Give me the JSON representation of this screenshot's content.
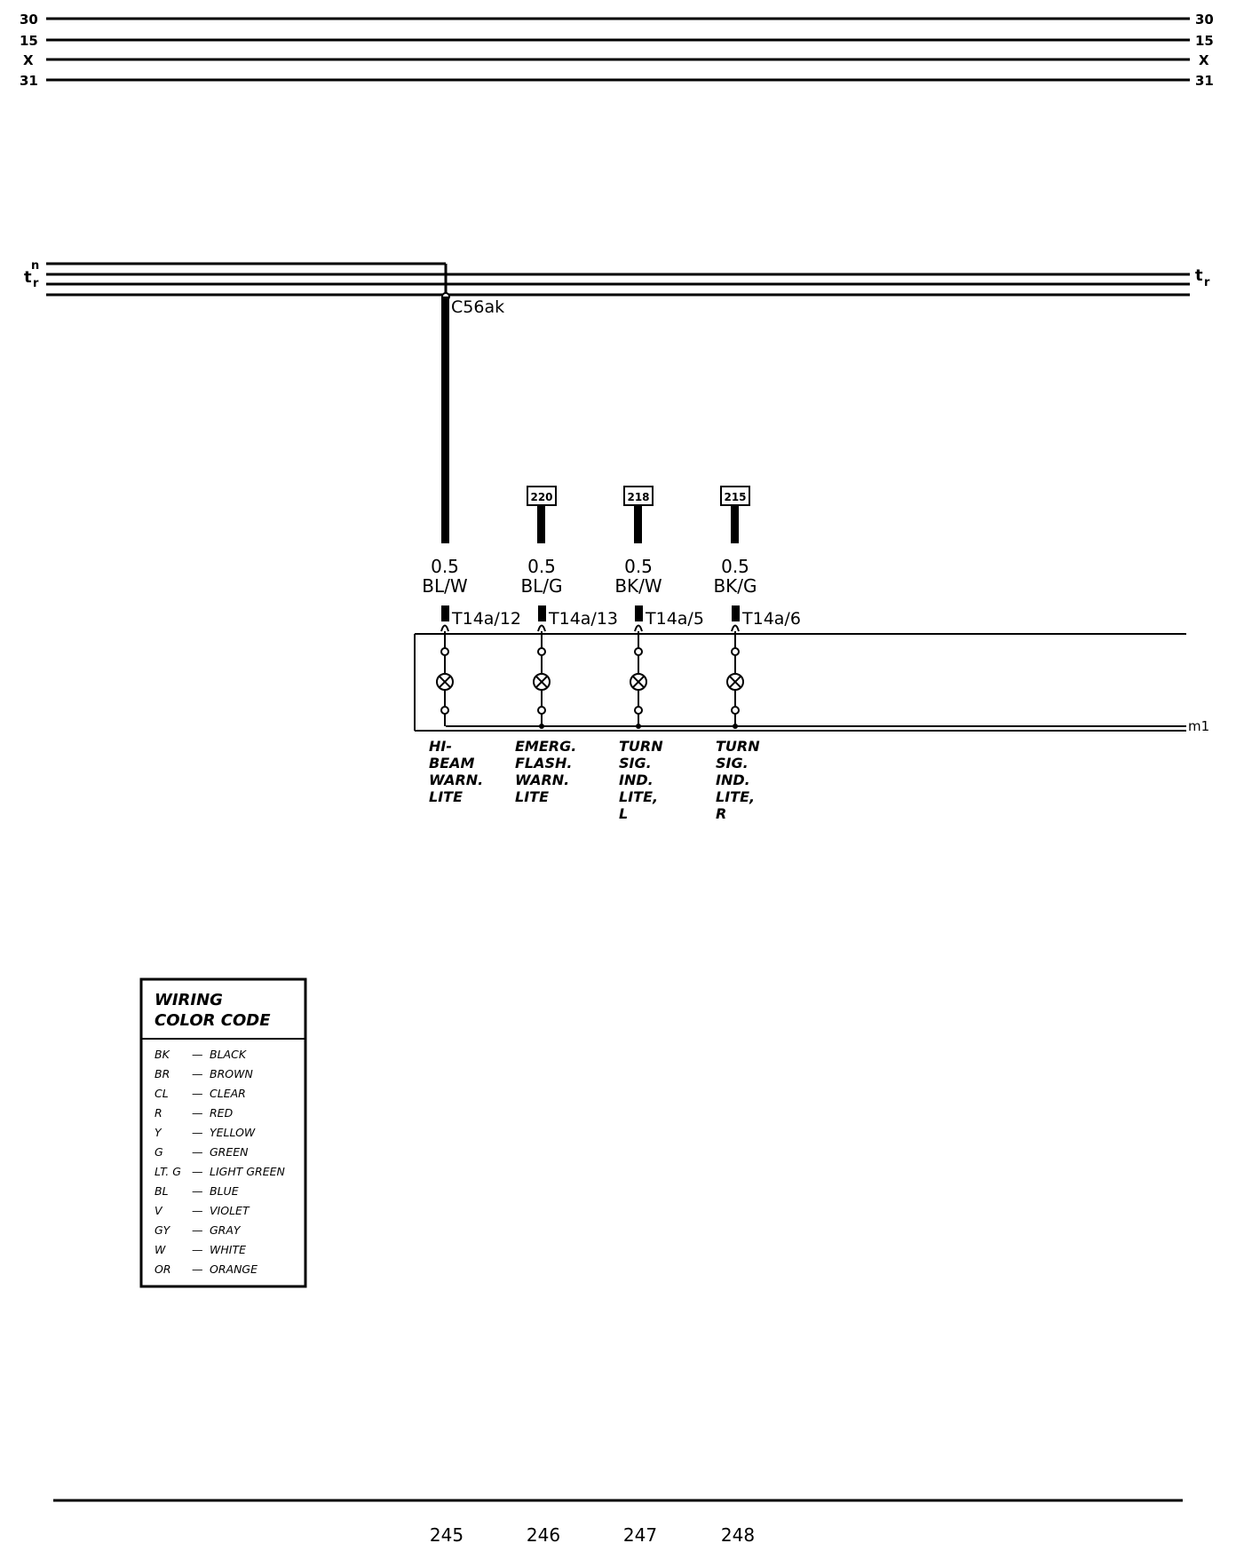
{
  "rails": [
    {
      "label": "30"
    },
    {
      "label": "15"
    },
    {
      "label": "X"
    },
    {
      "label": "31"
    }
  ],
  "bus": {
    "left_letter": "t",
    "left_sub_top": "n",
    "left_sub_bottom": "r",
    "right_letter": "t",
    "right_sub": "r",
    "splice_label": "C56ak"
  },
  "circuits": [
    {
      "size": "0.5",
      "color": "BL/W",
      "connector": "T14a/12",
      "ref": "",
      "label_lines": [
        "HI-",
        "BEAM",
        "WARN.",
        "LITE"
      ],
      "page": "245"
    },
    {
      "size": "0.5",
      "color": "BL/G",
      "connector": "T14a/13",
      "ref": "220",
      "label_lines": [
        "EMERG.",
        "FLASH.",
        "WARN.",
        "LITE"
      ],
      "page": "246"
    },
    {
      "size": "0.5",
      "color": "BK/W",
      "connector": "T14a/5",
      "ref": "218",
      "label_lines": [
        "TURN",
        "SIG.",
        "IND.",
        "LITE,",
        "L"
      ],
      "page": "247"
    },
    {
      "size": "0.5",
      "color": "BK/G",
      "connector": "T14a/6",
      "ref": "215",
      "label_lines": [
        "TURN",
        "SIG.",
        "IND.",
        "LITE,",
        "R"
      ],
      "page": "248"
    }
  ],
  "cluster_ground_label": "m1",
  "legend": {
    "title_lines": [
      "WIRING",
      "COLOR CODE"
    ],
    "items": [
      {
        "code": "BK",
        "name": "BLACK"
      },
      {
        "code": "BR",
        "name": "BROWN"
      },
      {
        "code": "CL",
        "name": "CLEAR"
      },
      {
        "code": "R",
        "name": "RED"
      },
      {
        "code": "Y",
        "name": "YELLOW"
      },
      {
        "code": "G",
        "name": "GREEN"
      },
      {
        "code": "LT. G",
        "name": "LIGHT GREEN"
      },
      {
        "code": "BL",
        "name": "BLUE"
      },
      {
        "code": "V",
        "name": "VIOLET"
      },
      {
        "code": "GY",
        "name": "GRAY"
      },
      {
        "code": "W",
        "name": "WHITE"
      },
      {
        "code": "OR",
        "name": "ORANGE"
      }
    ]
  }
}
